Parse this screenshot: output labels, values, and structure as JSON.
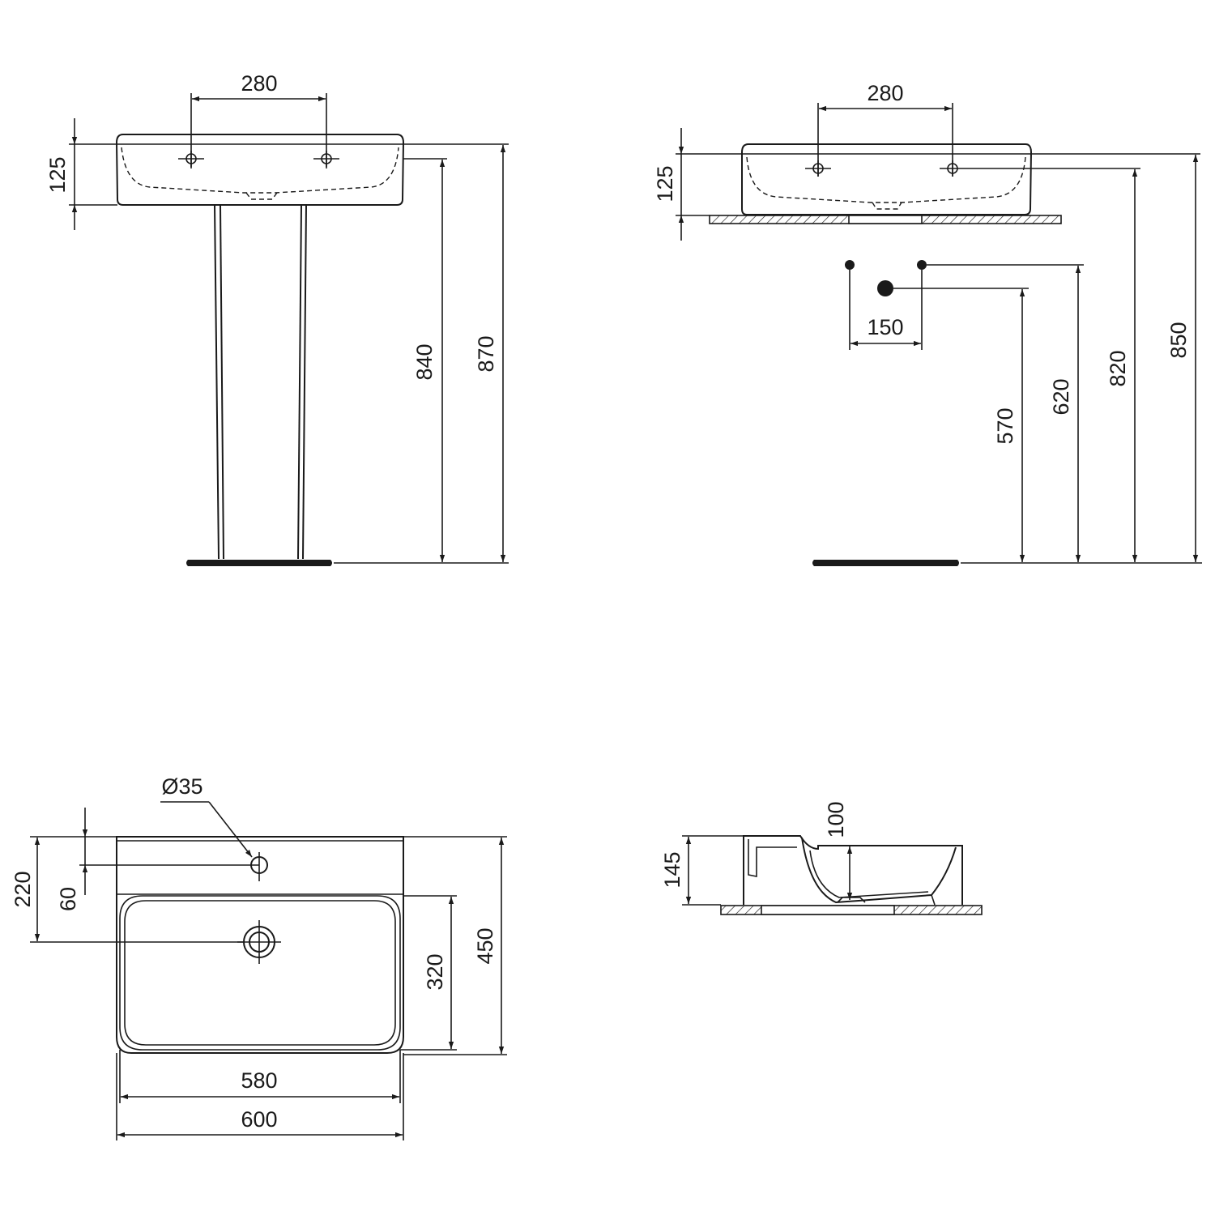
{
  "colors": {
    "ink": "#1a1a1a",
    "background": "#ffffff"
  },
  "views": {
    "pedestal_front": {
      "tap_spacing": "280",
      "basin_height": "125",
      "rim_height_a": "840",
      "rim_height_b": "870"
    },
    "wall_hung_front": {
      "tap_spacing": "280",
      "basin_height": "125",
      "supply_spacing": "150",
      "waste_height": "570",
      "supply_height": "620",
      "rim_height_a": "820",
      "rim_height_b": "850"
    },
    "plan": {
      "tap_hole_diameter": "Ø35",
      "tap_hole_offset": "60",
      "waste_offset": "220",
      "bowl_depth": "320",
      "overall_depth": "450",
      "bowl_width": "580",
      "overall_width": "600"
    },
    "side_section": {
      "overall_height": "145",
      "bowl_depth": "100"
    }
  }
}
